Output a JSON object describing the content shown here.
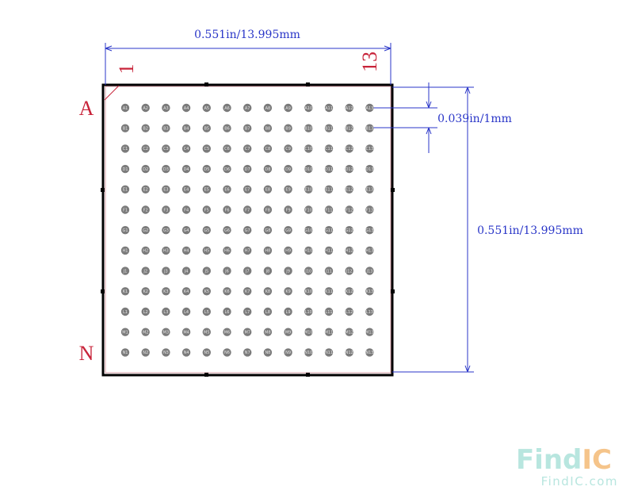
{
  "dimensions": {
    "width_label": "0.551in/13.995mm",
    "height_label": "0.551in/13.995mm",
    "pitch_label": "0.039in/1mm"
  },
  "corner_labels": {
    "col_first": "1",
    "col_last": "13",
    "row_first": "A",
    "row_last": "N"
  },
  "grid": {
    "rows": [
      "A",
      "B",
      "C",
      "D",
      "E",
      "F",
      "G",
      "H",
      "J",
      "K",
      "L",
      "M",
      "N"
    ],
    "cols": 13
  },
  "colors": {
    "outline": "#000000",
    "dimension": "#2a36c8",
    "label": "#c8243a",
    "ball": "#7b7b7b",
    "watermark_a": "#b8e6df",
    "watermark_b": "#f5c48a"
  },
  "watermark": {
    "brand_part1": "Find",
    "brand_part2": "IC",
    "domain": "FindIC.com"
  }
}
